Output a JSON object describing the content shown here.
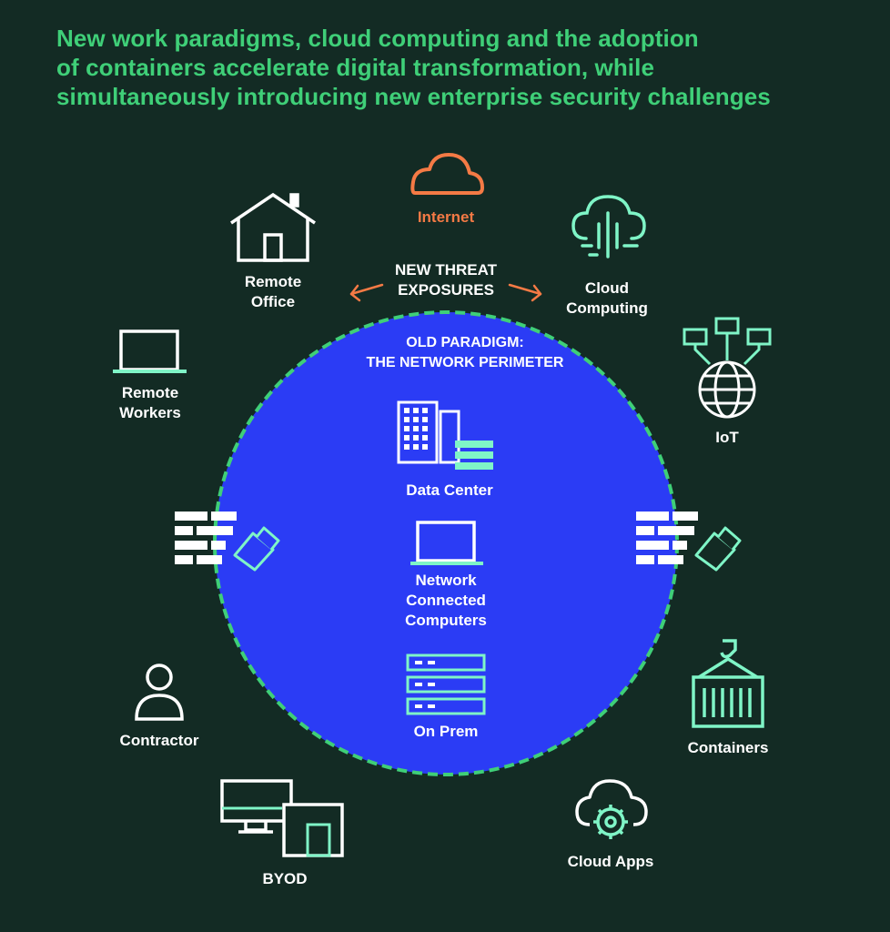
{
  "headline": {
    "line1": "New work paradigms, cloud computing and the adoption",
    "line2": "of containers accelerate digital transformation, while",
    "line3": "simultaneously introducing new enterprise security challenges"
  },
  "threat": {
    "line1": "NEW THREAT",
    "line2": "EXPOSURES"
  },
  "perimeter": {
    "title1": "OLD PARADIGM:",
    "title2": "THE NETWORK PERIMETER",
    "items": [
      {
        "line1": "Data Center",
        "icon": "building-icon"
      },
      {
        "line1": "Network",
        "line2": "Connected",
        "line3": "Computers",
        "icon": "laptop-icon"
      },
      {
        "line1": "On Prem",
        "icon": "server-rack-icon"
      }
    ]
  },
  "outer": {
    "internet": {
      "line1": "Internet",
      "icon": "cloud-icon"
    },
    "remote_office": {
      "line1": "Remote",
      "line2": "Office",
      "icon": "house-icon"
    },
    "cloud_computing": {
      "line1": "Cloud",
      "line2": "Computing",
      "icon": "cloud-circuit-icon"
    },
    "remote_workers": {
      "line1": "Remote",
      "line2": "Workers",
      "icon": "laptop-icon"
    },
    "iot": {
      "line1": "IoT",
      "icon": "globe-network-icon"
    },
    "contractor": {
      "line1": "Contractor",
      "icon": "person-icon"
    },
    "containers": {
      "line1": "Containers",
      "icon": "shipping-container-icon"
    },
    "byod": {
      "line1": "BYOD",
      "icon": "devices-icon"
    },
    "cloud_apps": {
      "line1": "Cloud Apps",
      "icon": "cloud-gear-icon"
    }
  },
  "colors": {
    "background": "#132b24",
    "headline": "#3fcf78",
    "circle_fill": "#2b3cf5",
    "circle_border": "#3fcf78",
    "outer_icon": "#7ff5c7",
    "inner_icon": "#7ff5c7",
    "internet": "#f47a45",
    "firewall": "#ffffff"
  }
}
